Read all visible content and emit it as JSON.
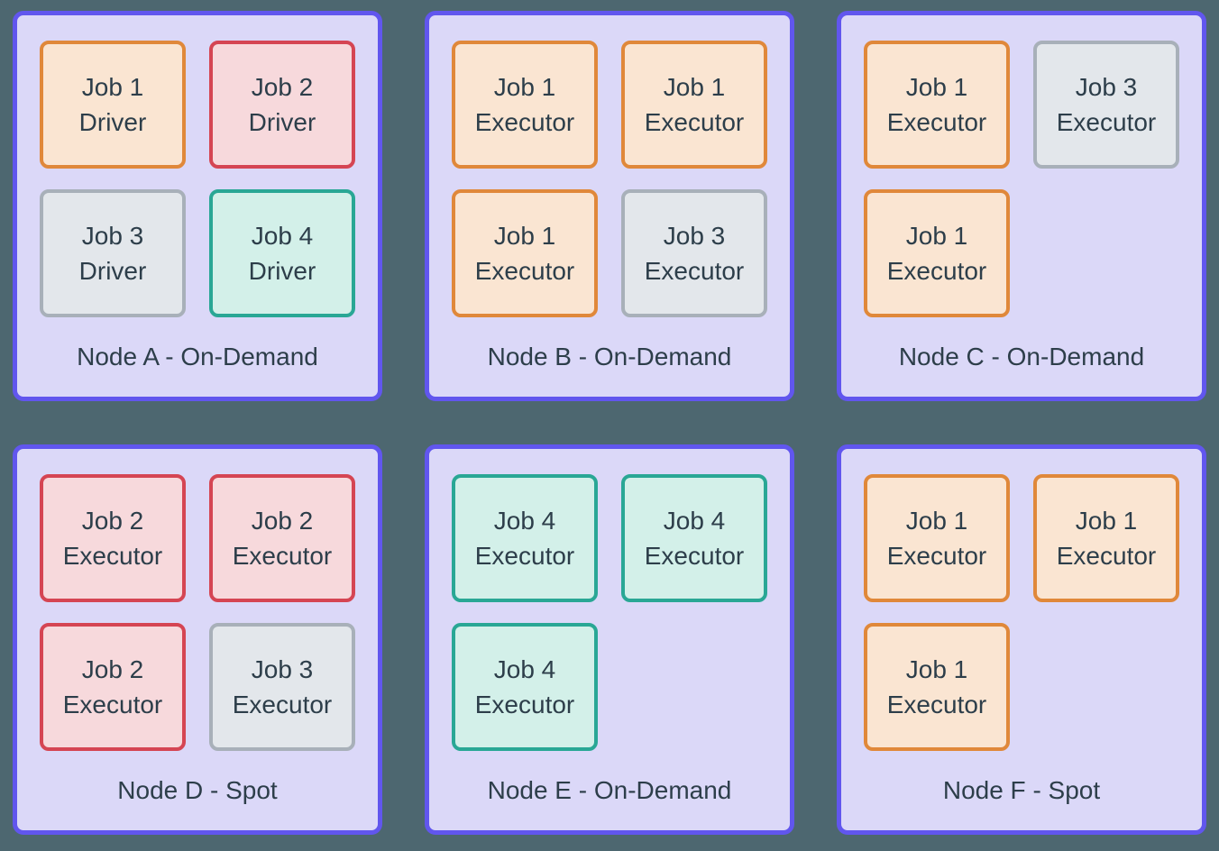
{
  "page": {
    "background": "#4D6770",
    "text_color": "#2D3E4A"
  },
  "node_style": {
    "background": "#DBD8F8",
    "border": "#6156EE"
  },
  "job_types": {
    "job1": {
      "border": "#E0883A",
      "background": "#FAE5D2"
    },
    "job2": {
      "border": "#D54553",
      "background": "#F7D9DC"
    },
    "job3": {
      "border": "#A8B0B9",
      "background": "#E3E7EB"
    },
    "job4": {
      "border": "#29A795",
      "background": "#D3F0E9"
    }
  },
  "nodes": [
    {
      "label": "Node A - On-Demand",
      "jobs": [
        {
          "line1": "Job 1",
          "line2": "Driver",
          "type": "job1"
        },
        {
          "line1": "Job 2",
          "line2": "Driver",
          "type": "job2"
        },
        {
          "line1": "Job 3",
          "line2": "Driver",
          "type": "job3"
        },
        {
          "line1": "Job 4",
          "line2": "Driver",
          "type": "job4"
        }
      ]
    },
    {
      "label": "Node B - On-Demand",
      "jobs": [
        {
          "line1": "Job 1",
          "line2": "Executor",
          "type": "job1"
        },
        {
          "line1": "Job 1",
          "line2": "Executor",
          "type": "job1"
        },
        {
          "line1": "Job 1",
          "line2": "Executor",
          "type": "job1"
        },
        {
          "line1": "Job 3",
          "line2": "Executor",
          "type": "job3"
        }
      ]
    },
    {
      "label": "Node C - On-Demand",
      "jobs": [
        {
          "line1": "Job 1",
          "line2": "Executor",
          "type": "job1"
        },
        {
          "line1": "Job 3",
          "line2": "Executor",
          "type": "job3"
        },
        {
          "line1": "Job 1",
          "line2": "Executor",
          "type": "job1"
        }
      ]
    },
    {
      "label": "Node D - Spot",
      "jobs": [
        {
          "line1": "Job 2",
          "line2": "Executor",
          "type": "job2"
        },
        {
          "line1": "Job 2",
          "line2": "Executor",
          "type": "job2"
        },
        {
          "line1": "Job 2",
          "line2": "Executor",
          "type": "job2"
        },
        {
          "line1": "Job 3",
          "line2": "Executor",
          "type": "job3"
        }
      ]
    },
    {
      "label": "Node E - On-Demand",
      "jobs": [
        {
          "line1": "Job 4",
          "line2": "Executor",
          "type": "job4"
        },
        {
          "line1": "Job 4",
          "line2": "Executor",
          "type": "job4"
        },
        {
          "line1": "Job 4",
          "line2": "Executor",
          "type": "job4"
        }
      ]
    },
    {
      "label": "Node F - Spot",
      "jobs": [
        {
          "line1": "Job 1",
          "line2": "Executor",
          "type": "job1"
        },
        {
          "line1": "Job 1",
          "line2": "Executor",
          "type": "job1"
        },
        {
          "line1": "Job 1",
          "line2": "Executor",
          "type": "job1"
        }
      ]
    }
  ]
}
